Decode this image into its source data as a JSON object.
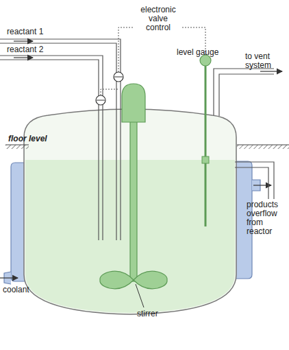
{
  "diagram": {
    "labels": [
      "reactant 1",
      "reactant 2",
      "electronic valve control",
      "level gauge",
      "to vent system",
      "floor level",
      "products overflow from reactor",
      "coolant",
      "stirrer"
    ]
  }
}
